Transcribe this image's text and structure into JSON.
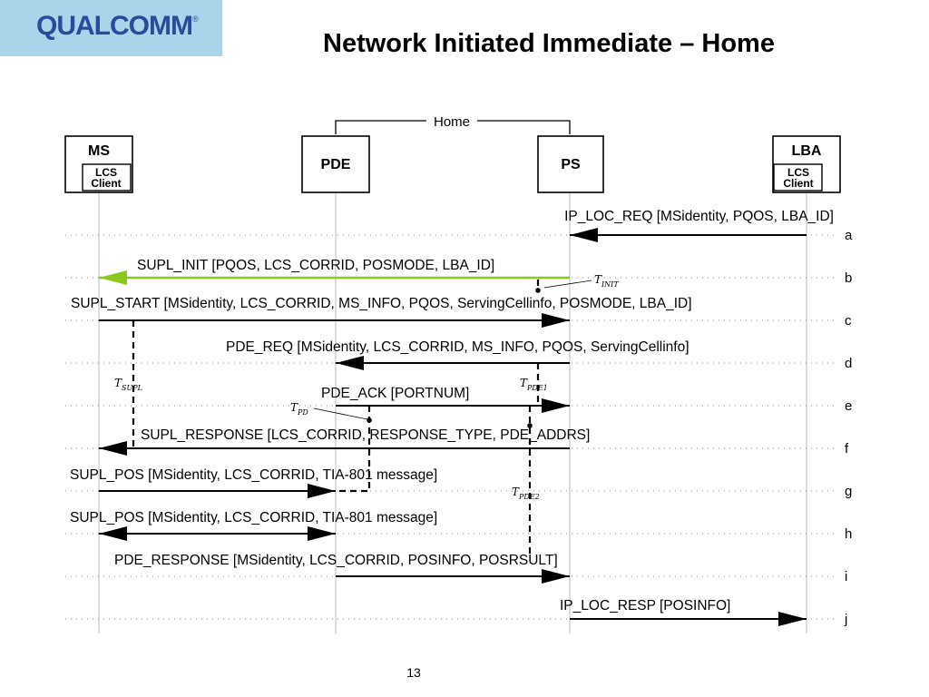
{
  "header": {
    "logo_text": "QUALCOMM",
    "logo_mark": "®",
    "title": "Network Initiated Immediate – Home"
  },
  "diagram": {
    "group_label": "Home",
    "entities": {
      "ms": "MS",
      "ms_sub": [
        "LCS",
        "Client"
      ],
      "pde": "PDE",
      "ps": "PS",
      "lba": "LBA",
      "lba_sub": [
        "LCS",
        "Client"
      ]
    },
    "messages": {
      "a": "IP_LOC_REQ [MSidentity, PQOS, LBA_ID]",
      "b": "SUPL_INIT [PQOS, LCS_CORRID, POSMODE, LBA_ID]",
      "c": "SUPL_START [MSidentity, LCS_CORRID, MS_INFO, PQOS, ServingCellinfo, POSMODE, LBA_ID]",
      "d": "PDE_REQ [MSidentity, LCS_CORRID, MS_INFO, PQOS, ServingCellinfo]",
      "e": "PDE_ACK [PORTNUM]",
      "f": "SUPL_RESPONSE [LCS_CORRID, RESPONSE_TYPE, PDE_ADDRS]",
      "g": "SUPL_POS [MSidentity, LCS_CORRID, TIA-801 message]",
      "h": "SUPL_POS [MSidentity, LCS_CORRID, TIA-801 message]",
      "i": "PDE_RESPONSE [MSidentity, LCS_CORRID, POSINFO, POSRSULT]",
      "j": "IP_LOC_RESP [POSINFO]"
    },
    "rows": [
      "a",
      "b",
      "c",
      "d",
      "e",
      "f",
      "g",
      "h",
      "i",
      "j"
    ],
    "timers": {
      "init": {
        "t": "T",
        "sub": "INIT"
      },
      "supl": {
        "t": "T",
        "sub": "SUPL"
      },
      "pde1": {
        "t": "T",
        "sub": "PDE1"
      },
      "pd": {
        "t": "T",
        "sub": "PD"
      },
      "pde2": {
        "t": "T",
        "sub": "PDE2"
      }
    },
    "colors": {
      "highlight_arrow": "#8ac820",
      "line": "#000000",
      "lifeline": "#bbbbbb"
    }
  },
  "footer": {
    "page_number": "13"
  }
}
